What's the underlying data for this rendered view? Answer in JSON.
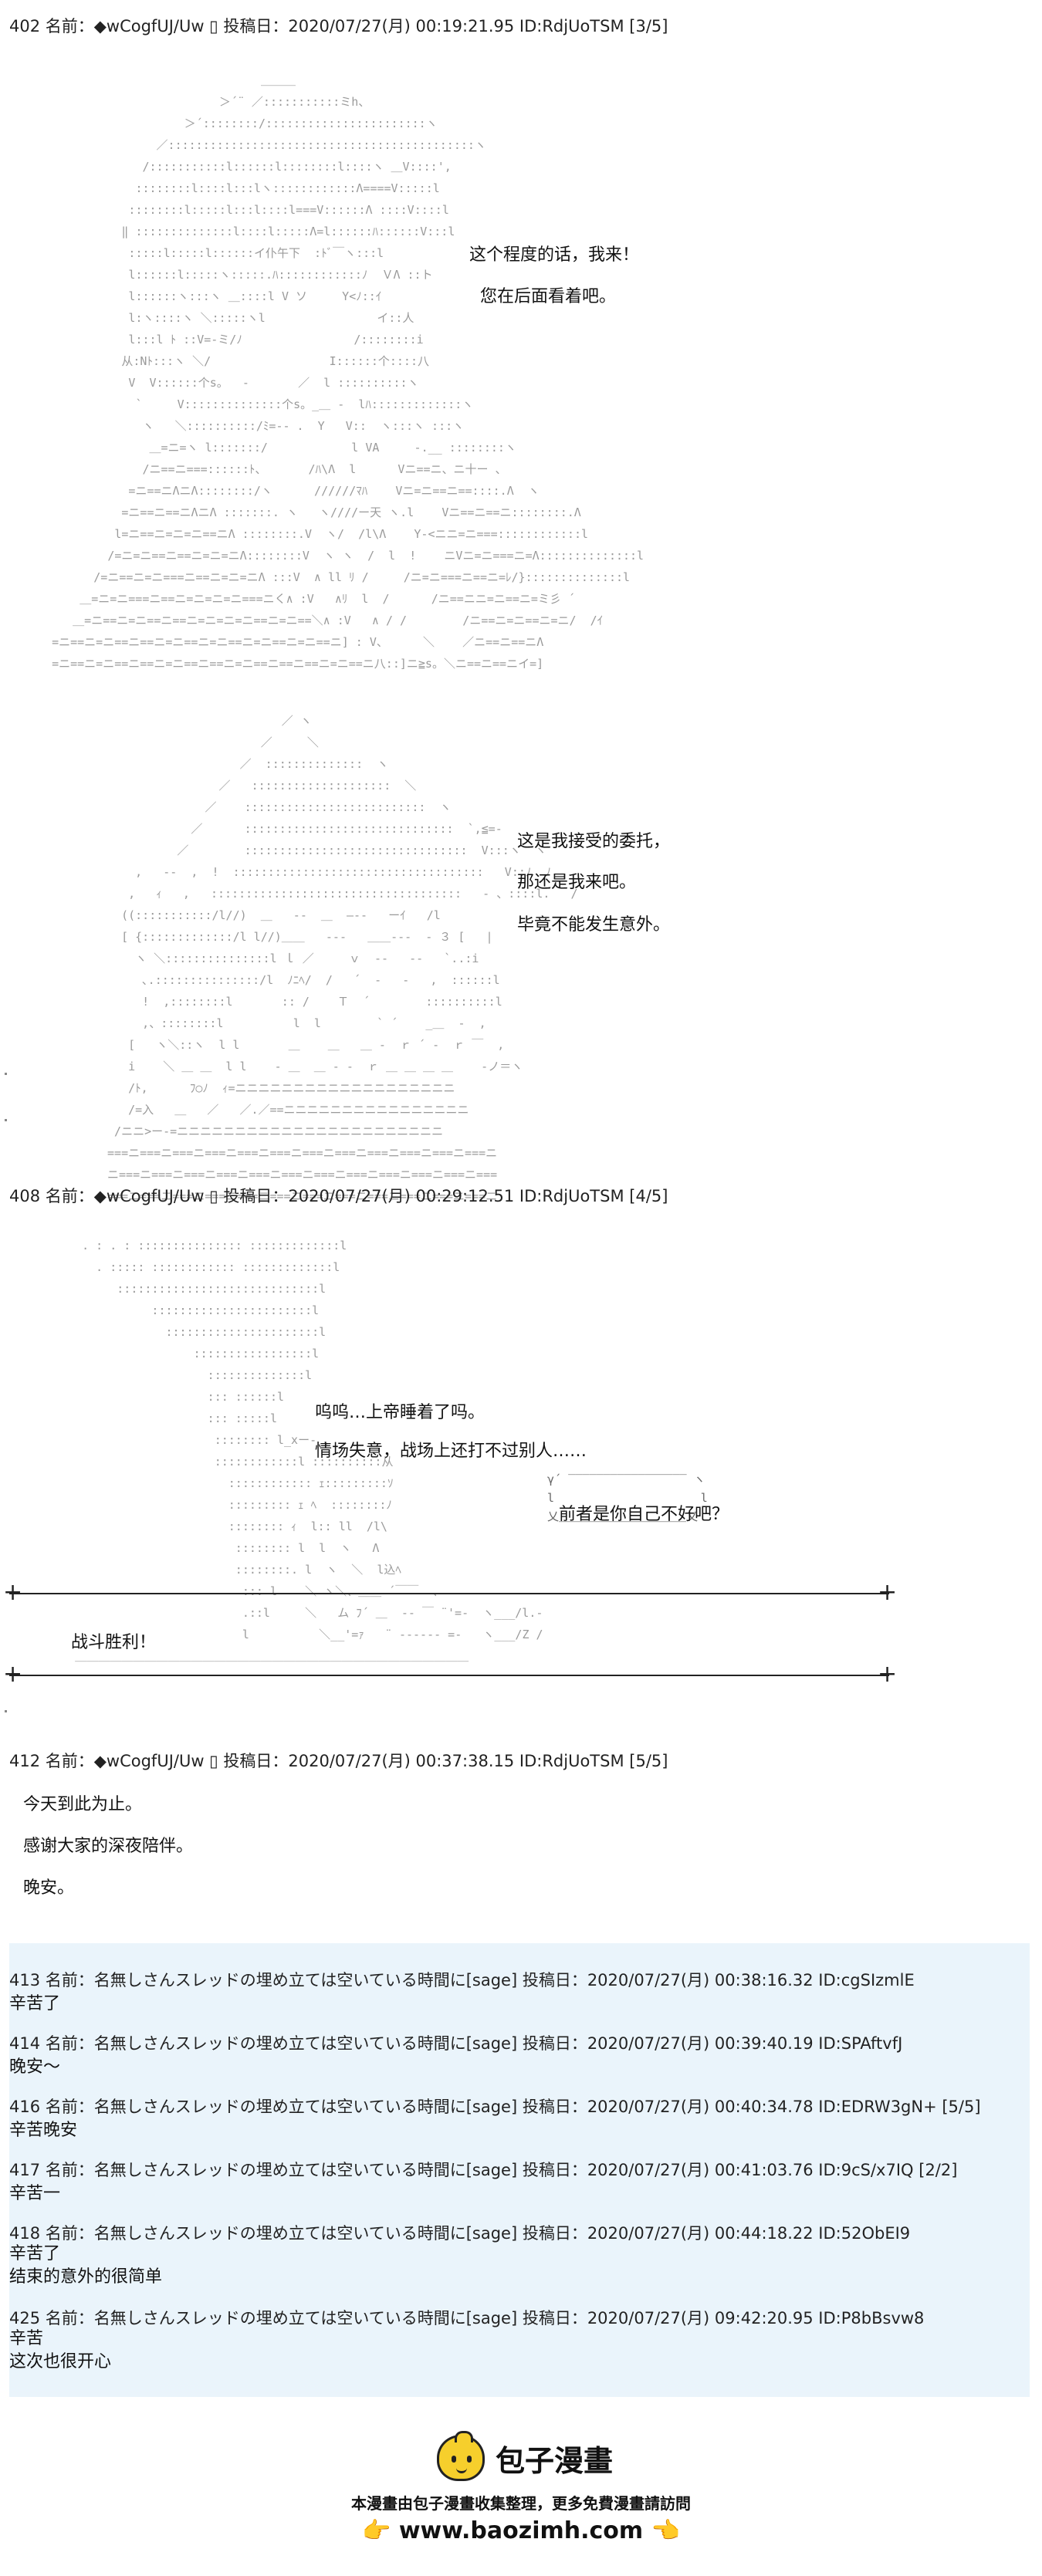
{
  "posts": [
    {
      "header": "402 名前：◆wCogfUJ/Uw ▯ 投稿日：2020/07/27(月) 00:19:21.95 ID:RdjUoTSM [3/5]",
      "lines_a": [
        "这个程度的话，我来！",
        "您在后面看着吧。"
      ],
      "lines_b": [
        "这是我接受的委托，",
        "那还是我来吧。",
        "毕竟不能发生意外。"
      ]
    },
    {
      "header": "408 名前：◆wCogfUJ/Uw ▯ 投稿日：2020/07/27(月) 00:29:12.51 ID:RdjUoTSM [4/5]",
      "lines": [
        "呜呜…上帝睡着了吗。",
        "情场失意，战场上还打不过别人……"
      ],
      "bubble": "前者是你自己不好吧？",
      "battle": "战斗胜利！"
    },
    {
      "header": "412 名前：◆wCogfUJ/Uw ▯ 投稿日：2020/07/27(月) 00:37:38.15 ID:RdjUoTSM [5/5]",
      "lines": [
        "今天到此为止。",
        "感谢大家的深夜陪伴。",
        "晚安。"
      ]
    }
  ],
  "replies": [
    {
      "header": "413 名前：名無しさんスレッドの埋め立ては空いている時間に[sage] 投稿日：2020/07/27(月) 00:38:16.32 ID:cgSIzmlE",
      "body": "辛苦了"
    },
    {
      "header": "414 名前：名無しさんスレッドの埋め立ては空いている時間に[sage] 投稿日：2020/07/27(月) 00:39:40.19 ID:SPAftvfJ",
      "body": "晚安～"
    },
    {
      "header": "416 名前：名無しさんスレッドの埋め立ては空いている時間に[sage] 投稿日：2020/07/27(月) 00:40:34.78 ID:EDRW3gN+ [5/5]",
      "body": "辛苦晚安"
    },
    {
      "header": "417 名前：名無しさんスレッドの埋め立ては空いている時間に[sage] 投稿日：2020/07/27(月) 00:41:03.76 ID:9cS/x7IQ [2/2]",
      "body": "辛苦一"
    },
    {
      "header": "418 名前：名無しさんスレッドの埋め立ては空いている時間に[sage] 投稿日：2020/07/27(月) 00:44:18.22 ID:52ObEI9",
      "body": "辛苦了\n结束的意外的很简单"
    },
    {
      "header": "425 名前：名無しさんスレッドの埋め立ては空いている時間に[sage] 投稿日：2020/07/27(月) 09:42:20.95 ID:P8bBsvw8",
      "body": "辛苦\n这次也很开心"
    }
  ],
  "footer": {
    "logo_text": "包子漫畫",
    "note": "本漫畫由包子漫畫收集整理，更多免費漫畫請訪問",
    "url": "www.baozimh.com",
    "logo_icon": "bun-mascot-icon",
    "hand_icon": "pointing-hand-icon"
  }
}
